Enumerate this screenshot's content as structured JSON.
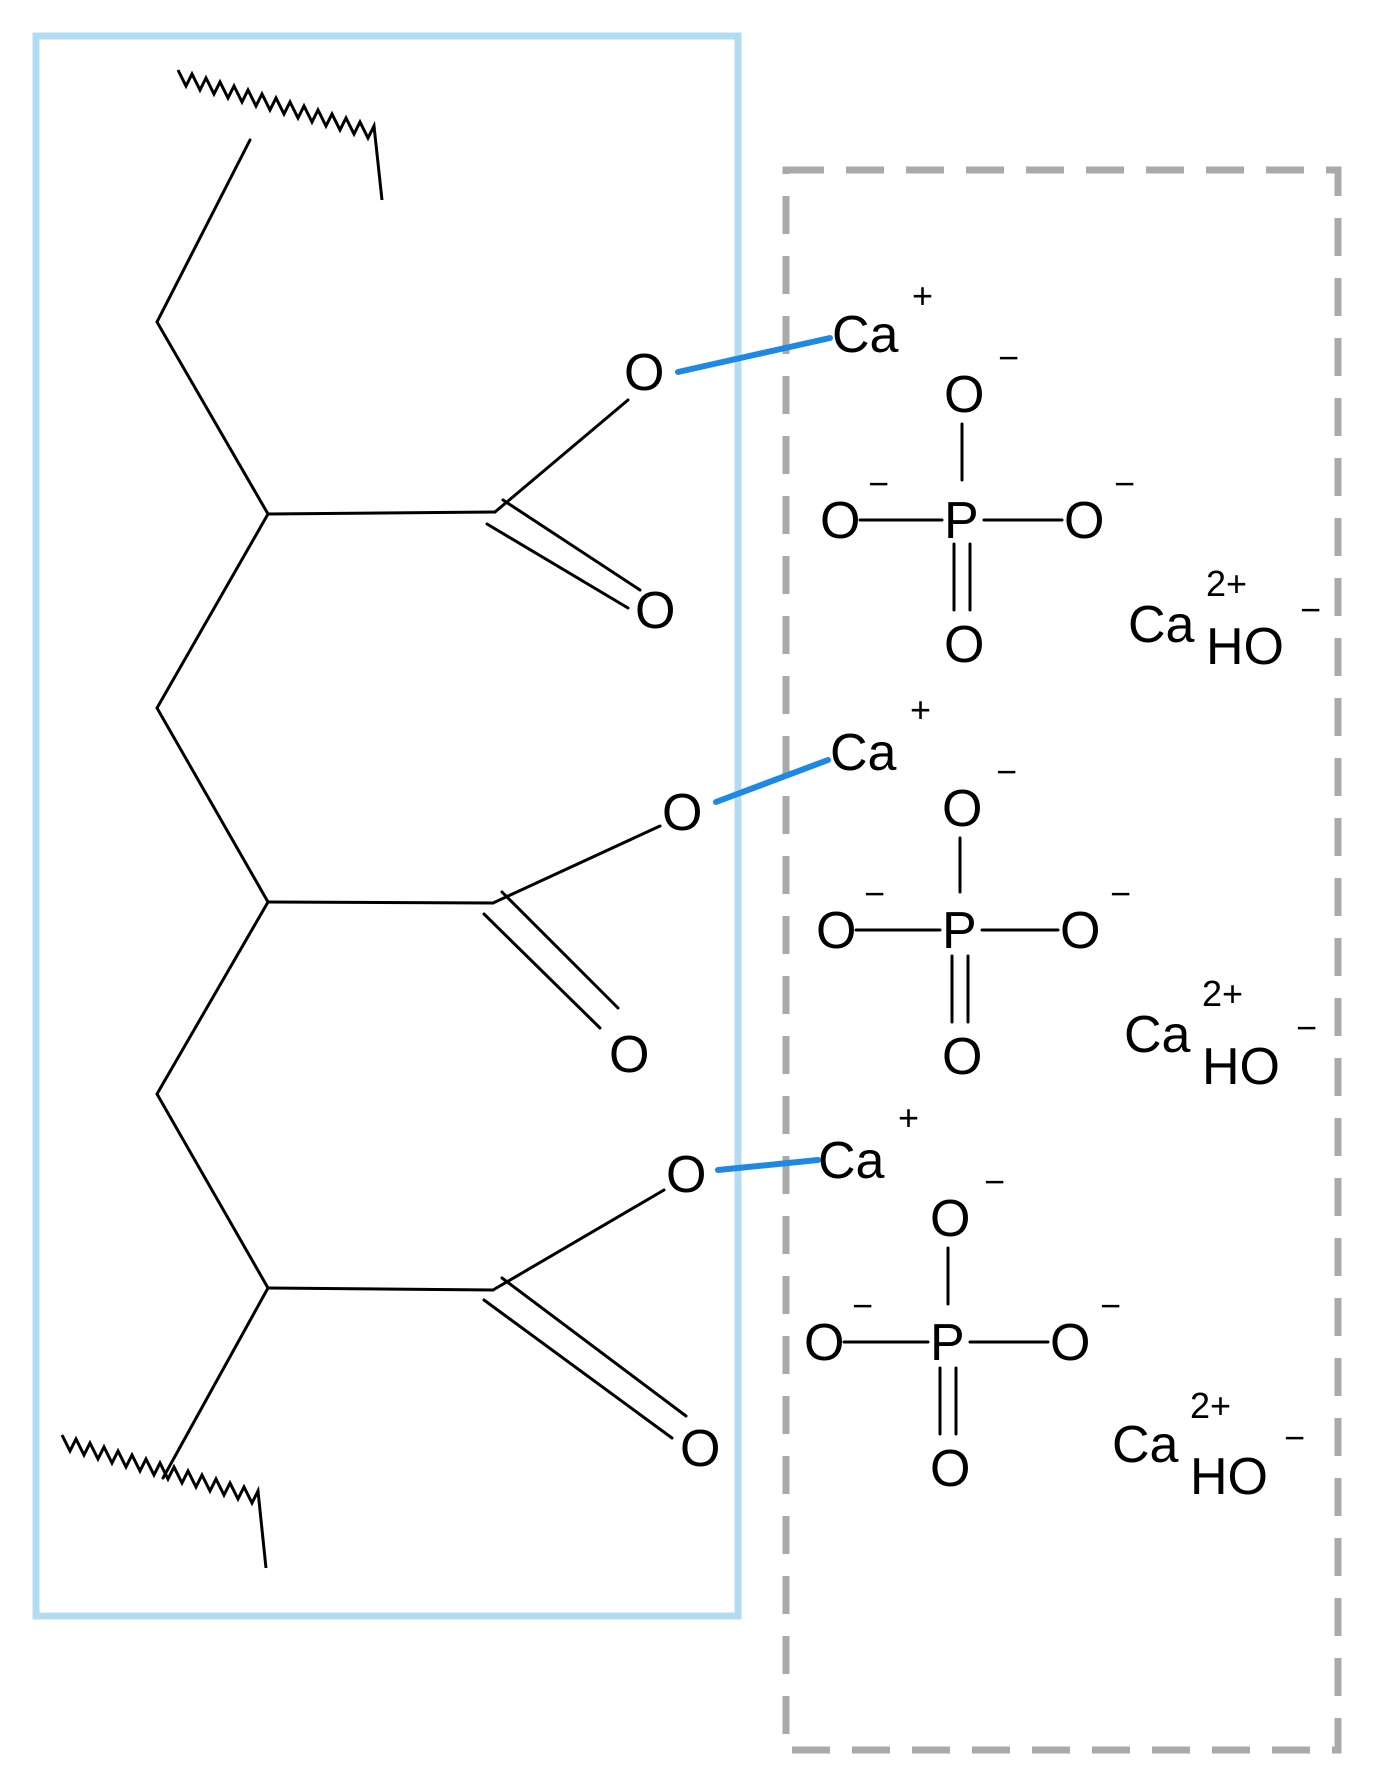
{
  "atoms": {
    "oxygen": "O",
    "phosphorus": "P",
    "calcium": "Ca",
    "hydroxide": "HO"
  },
  "charges": {
    "plus": "+",
    "minus": "−",
    "two_plus": "2+"
  },
  "colors": {
    "polymer_box": "#b3dcf2",
    "mineral_box": "#a9a9a9",
    "ionic_bond": "#1e88e5",
    "covalent_bond": "#000000"
  }
}
